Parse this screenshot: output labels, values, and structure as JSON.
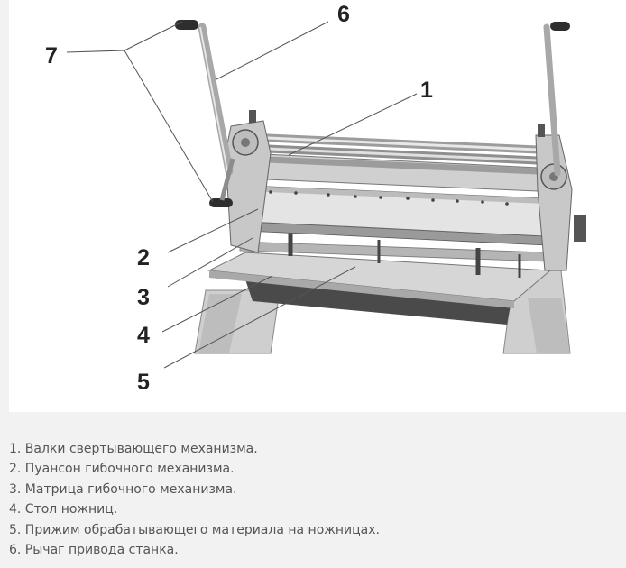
{
  "diagram": {
    "callouts": [
      {
        "id": "6",
        "label": "6"
      },
      {
        "id": "7",
        "label": "7"
      },
      {
        "id": "1",
        "label": "1"
      },
      {
        "id": "2",
        "label": "2"
      },
      {
        "id": "3",
        "label": "3"
      },
      {
        "id": "4",
        "label": "4"
      },
      {
        "id": "5",
        "label": "5"
      }
    ]
  },
  "legend": {
    "items": [
      "1. Валки свертывающего механизма.",
      "2. Пуансон гибочного механизма.",
      "3. Матрица гибочного механизма.",
      "4. Стол ножниц.",
      "5. Прижим обрабатывающего материала на ножницах.",
      "6. Рычаг привода станка."
    ]
  },
  "colors": {
    "frame": "#c9c9c9",
    "metal": "#d8d8d8",
    "dark": "#333333",
    "legend_text": "#555555",
    "background": "#f2f2f2"
  }
}
